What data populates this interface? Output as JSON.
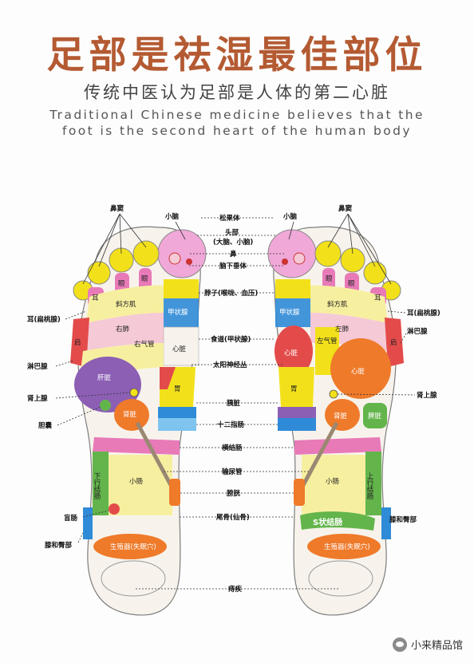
{
  "title": "足部是祛湿最佳部位",
  "subtitle": "传统中医认为足部是人体的第二心脏",
  "subtitle_en_line1": "Traditional Chinese medicine believes that the",
  "subtitle_en_line2": "foot is the second heart of the human body",
  "center_labels": {
    "songguoti": "松果体",
    "toubu_line1": "头部",
    "toubu_line2": "(大脑、小脑)",
    "bi": "鼻",
    "naoxiachuiti": "脑下垂体",
    "bozi": "脖子(喉咙、血压)",
    "shidao": "食道(甲状腺)",
    "taiyang": "太阳神经丛",
    "yizang": "胰脏",
    "shierzhichang": "十二指肠",
    "hengjiechang": "横结肠",
    "shuniaoguan": "输尿管",
    "pangguang": "膀胱",
    "weigu": "尾骨(仙骨)",
    "zhichuang": "痔疾"
  },
  "left_labels": {
    "bidou": "鼻窦",
    "xiaonao": "小脑",
    "er": "耳(扁桃腺)",
    "linbaxian": "淋巴腺",
    "shenshangxian": "肾上腺",
    "dannang": "胆囊",
    "mangchang": "盲肠",
    "xiguanjie": "膝和臀部"
  },
  "right_labels": {
    "bidou": "鼻窦",
    "xiaonao": "小脑",
    "er": "耳(扁桃腺)",
    "linbaxian": "淋巴腺",
    "shenshangxian": "肾上腺",
    "xiguanjie": "膝和臀部"
  },
  "zones": {
    "yan": "眼",
    "er": "耳",
    "xiefangji": "斜方肌",
    "fei": "右肺",
    "fei_r": "左肺",
    "jian": "肩",
    "youqiguan": "右气管",
    "zuoqiguan": "左气管",
    "xinzang": "心脏",
    "jiazhuangxian": "甲状腺",
    "ganzang": "肝脏",
    "wei": "胃",
    "shenzang": "肾脏",
    "pizang": "脾脏",
    "xiaochang": "小肠",
    "xiaxingjiechang": "下行结肠",
    "shangxingjiechang": "上行结肠",
    "sjiechang": "S状结肠",
    "shengzhiqi": "生殖器(失眠穴)"
  },
  "watermark": "小来精品馆",
  "colors": {
    "title": "#b45a32",
    "yellow": "#f2e11a",
    "pink": "#e87ab8",
    "lightPink": "#f5c9d6",
    "orange": "#ee7a2a",
    "purple": "#8c5fb5",
    "blue": "#2f8bd8",
    "green": "#63b54b",
    "red": "#e34b4b"
  }
}
